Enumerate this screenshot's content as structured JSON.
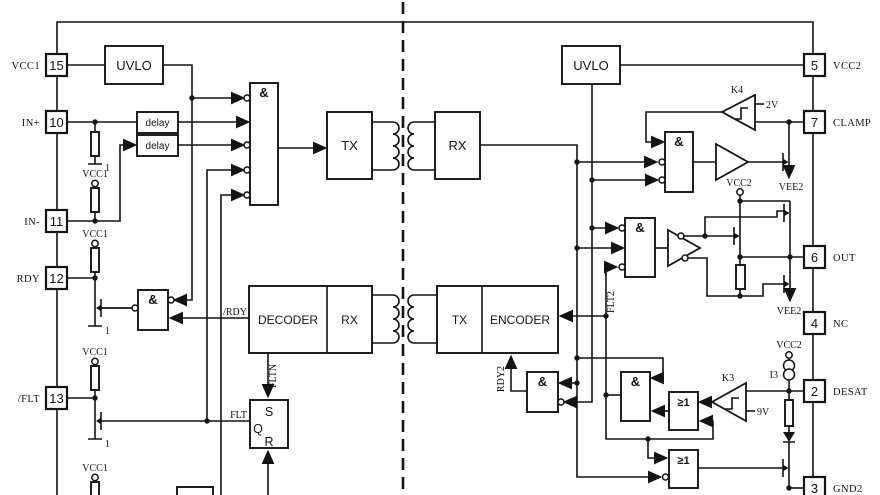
{
  "diagram": {
    "kind": "isolated-gate-driver-block-diagram"
  },
  "pins": {
    "left": [
      {
        "num": "15",
        "label": "VCC1"
      },
      {
        "num": "10",
        "label": "IN+"
      },
      {
        "num": "11",
        "label": "IN-"
      },
      {
        "num": "12",
        "label": "RDY"
      },
      {
        "num": "13",
        "label": "/FLT"
      }
    ],
    "right": [
      {
        "num": "5",
        "label": "VCC2"
      },
      {
        "num": "7",
        "label": "CLAMP"
      },
      {
        "num": "6",
        "label": "OUT"
      },
      {
        "num": "4",
        "label": "NC"
      },
      {
        "num": "2",
        "label": "DESAT"
      },
      {
        "num": "3",
        "label": "GND2"
      }
    ]
  },
  "labels": {
    "uvlo": "UVLO",
    "delay": "delay",
    "tx": "TX",
    "rx": "RX",
    "decoder": "DECODER",
    "encoder": "ENCODER",
    "and_gate": "&",
    "or_gate": "≥1",
    "s": "S",
    "q": "Q",
    "r": "R",
    "vcc1": "VCC1",
    "vcc2": "VCC2",
    "vee2": "VEE2",
    "gnd1": "1",
    "rdy_b": "/RDY",
    "flt": "FLT",
    "fltn": "FLTN",
    "flt2": "FLT2",
    "rdy2": "RDY2",
    "k4": "K4",
    "k3": "K3",
    "v2": "2V",
    "v9": "9V",
    "i3": "I3"
  },
  "colors": {
    "ink": "#141414",
    "bg": "#ffffff"
  }
}
